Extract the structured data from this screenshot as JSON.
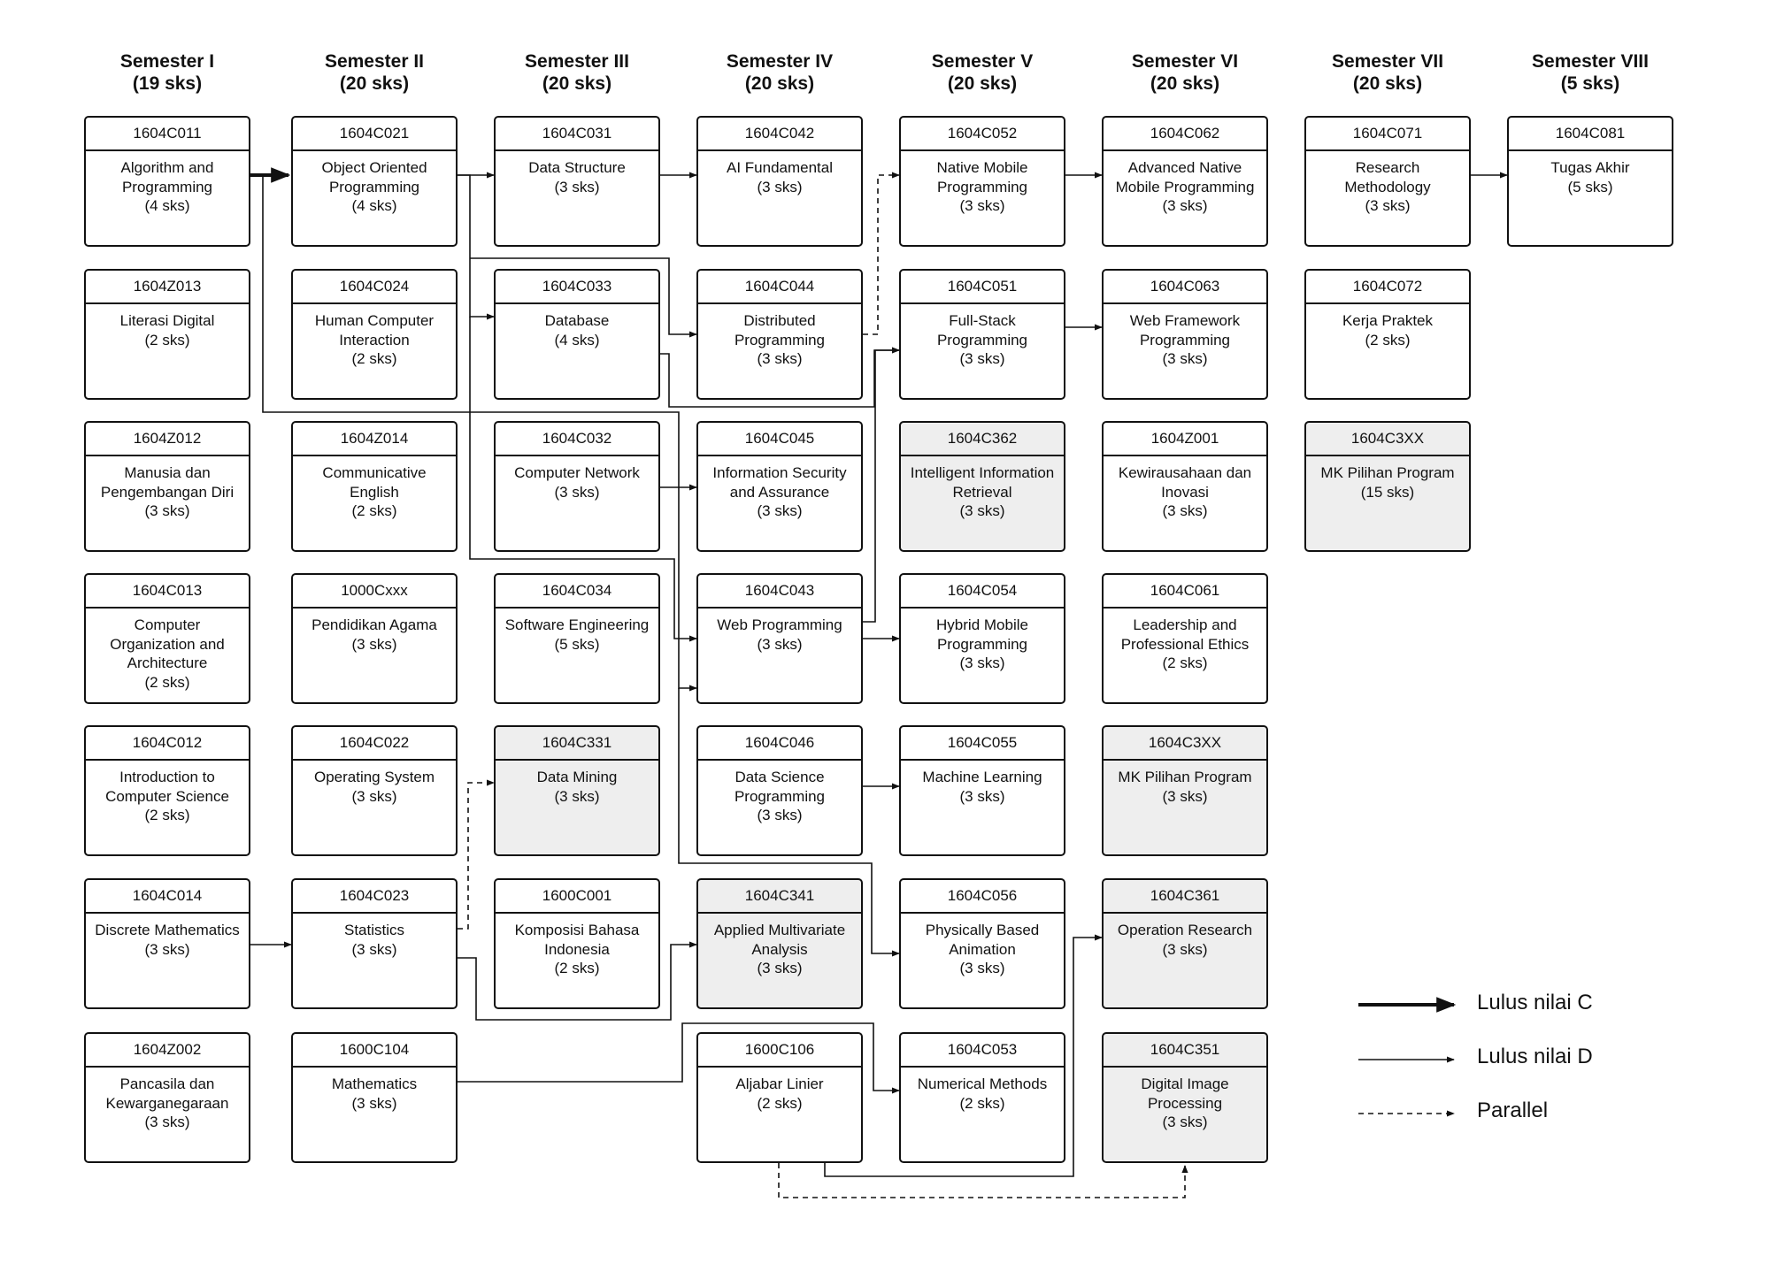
{
  "semesters": [
    {
      "name": "Semester I",
      "credits": "(19 sks)"
    },
    {
      "name": "Semester II",
      "credits": "(20 sks)"
    },
    {
      "name": "Semester III",
      "credits": "(20 sks)"
    },
    {
      "name": "Semester IV",
      "credits": "(20 sks)"
    },
    {
      "name": "Semester V",
      "credits": "(20 sks)"
    },
    {
      "name": "Semester VI",
      "credits": "(20 sks)"
    },
    {
      "name": "Semester VII",
      "credits": "(20 sks)"
    },
    {
      "name": "Semester VIII",
      "credits": "(5 sks)"
    }
  ],
  "courses": [
    {
      "id": "s1r1",
      "code": "1604C011",
      "title": "Algorithm and Programming",
      "sks": "(4 sks)",
      "elective": false
    },
    {
      "id": "s1r2",
      "code": "1604Z013",
      "title": "Literasi Digital",
      "sks": "(2 sks)",
      "elective": false
    },
    {
      "id": "s1r3",
      "code": "1604Z012",
      "title": "Manusia dan Pengembangan Diri",
      "sks": "(3 sks)",
      "elective": false
    },
    {
      "id": "s1r4",
      "code": "1604C013",
      "title": "Computer Organization and Architecture",
      "sks": "(2 sks)",
      "elective": false
    },
    {
      "id": "s1r5",
      "code": "1604C012",
      "title": "Introduction to Computer Science",
      "sks": "(2 sks)",
      "elective": false
    },
    {
      "id": "s1r6",
      "code": "1604C014",
      "title": "Discrete Mathematics",
      "sks": "(3 sks)",
      "elective": false
    },
    {
      "id": "s1r7",
      "code": "1604Z002",
      "title": "Pancasila dan Kewarganegaraan",
      "sks": "(3 sks)",
      "elective": false
    },
    {
      "id": "s2r1",
      "code": "1604C021",
      "title": "Object Oriented Programming",
      "sks": "(4 sks)",
      "elective": false
    },
    {
      "id": "s2r2",
      "code": "1604C024",
      "title": "Human Computer Interaction",
      "sks": "(2 sks)",
      "elective": false
    },
    {
      "id": "s2r3",
      "code": "1604Z014",
      "title": "Communicative English",
      "sks": "(2 sks)",
      "elective": false
    },
    {
      "id": "s2r4",
      "code": "1000Cxxx",
      "title": "Pendidikan Agama",
      "sks": "(3 sks)",
      "elective": false
    },
    {
      "id": "s2r5",
      "code": "1604C022",
      "title": "Operating System",
      "sks": "(3 sks)",
      "elective": false
    },
    {
      "id": "s2r6",
      "code": "1604C023",
      "title": "Statistics",
      "sks": "(3 sks)",
      "elective": false
    },
    {
      "id": "s2r7",
      "code": "1600C104",
      "title": "Mathematics",
      "sks": "(3 sks)",
      "elective": false
    },
    {
      "id": "s3r1",
      "code": "1604C031",
      "title": "Data Structure",
      "sks": "(3 sks)",
      "elective": false
    },
    {
      "id": "s3r2",
      "code": "1604C033",
      "title": "Database",
      "sks": "(4 sks)",
      "elective": false
    },
    {
      "id": "s3r3",
      "code": "1604C032",
      "title": "Computer Network",
      "sks": "(3 sks)",
      "elective": false
    },
    {
      "id": "s3r4",
      "code": "1604C034",
      "title": "Software Engineering",
      "sks": "(5 sks)",
      "elective": false
    },
    {
      "id": "s3r5",
      "code": "1604C331",
      "title": "Data Mining",
      "sks": "(3 sks)",
      "elective": true
    },
    {
      "id": "s3r6",
      "code": "1600C001",
      "title": "Komposisi Bahasa Indonesia",
      "sks": "(2 sks)",
      "elective": false
    },
    {
      "id": "s4r1",
      "code": "1604C042",
      "title": "AI Fundamental",
      "sks": "(3 sks)",
      "elective": false
    },
    {
      "id": "s4r2",
      "code": "1604C044",
      "title": "Distributed Programming",
      "sks": "(3 sks)",
      "elective": false
    },
    {
      "id": "s4r3",
      "code": "1604C045",
      "title": "Information Security and Assurance",
      "sks": "(3 sks)",
      "elective": false
    },
    {
      "id": "s4r4",
      "code": "1604C043",
      "title": "Web Programming",
      "sks": "(3 sks)",
      "elective": false
    },
    {
      "id": "s4r5",
      "code": "1604C046",
      "title": "Data Science Programming",
      "sks": "(3 sks)",
      "elective": false
    },
    {
      "id": "s4r6",
      "code": "1604C341",
      "title": "Applied Multivariate Analysis",
      "sks": "(3 sks)",
      "elective": true
    },
    {
      "id": "s4r7",
      "code": "1600C106",
      "title": "Aljabar Linier",
      "sks": "(2 sks)",
      "elective": false
    },
    {
      "id": "s5r1",
      "code": "1604C052",
      "title": "Native Mobile Programming",
      "sks": "(3 sks)",
      "elective": false
    },
    {
      "id": "s5r2",
      "code": "1604C051",
      "title": "Full-Stack Programming",
      "sks": "(3 sks)",
      "elective": false
    },
    {
      "id": "s5r3",
      "code": "1604C362",
      "title": "Intelligent Information Retrieval",
      "sks": "(3 sks)",
      "elective": true
    },
    {
      "id": "s5r4",
      "code": "1604C054",
      "title": "Hybrid Mobile Programming",
      "sks": "(3 sks)",
      "elective": false
    },
    {
      "id": "s5r5",
      "code": "1604C055",
      "title": "Machine Learning",
      "sks": "(3 sks)",
      "elective": false
    },
    {
      "id": "s5r6",
      "code": "1604C056",
      "title": "Physically Based Animation",
      "sks": "(3 sks)",
      "elective": false
    },
    {
      "id": "s5r7",
      "code": "1604C053",
      "title": "Numerical Methods",
      "sks": "(2 sks)",
      "elective": false
    },
    {
      "id": "s6r1",
      "code": "1604C062",
      "title": "Advanced Native Mobile Programming",
      "sks": "(3 sks)",
      "elective": false
    },
    {
      "id": "s6r2",
      "code": "1604C063",
      "title": "Web Framework Programming",
      "sks": "(3 sks)",
      "elective": false
    },
    {
      "id": "s6r3",
      "code": "1604Z001",
      "title": "Kewirausahaan dan Inovasi",
      "sks": "(3 sks)",
      "elective": false
    },
    {
      "id": "s6r4",
      "code": "1604C061",
      "title": "Leadership and Professional Ethics",
      "sks": "(2 sks)",
      "elective": false
    },
    {
      "id": "s6r5",
      "code": "1604C3XX",
      "title": "MK Pilihan Program",
      "sks": "(3 sks)",
      "elective": true
    },
    {
      "id": "s6r6",
      "code": "1604C361",
      "title": "Operation Research",
      "sks": "(3 sks)",
      "elective": true
    },
    {
      "id": "s6r7",
      "code": "1604C351",
      "title": "Digital Image Processing",
      "sks": "(3 sks)",
      "elective": true
    },
    {
      "id": "s7r1",
      "code": "1604C071",
      "title": "Research Methodology",
      "sks": "(3 sks)",
      "elective": false
    },
    {
      "id": "s7r2",
      "code": "1604C072",
      "title": "Kerja Praktek",
      "sks": "(2 sks)",
      "elective": false
    },
    {
      "id": "s7r3",
      "code": "1604C3XX",
      "title": "MK Pilihan Program",
      "sks": "(15 sks)",
      "elective": true
    },
    {
      "id": "s8r1",
      "code": "1604C081",
      "title": "Tugas Akhir",
      "sks": "(5 sks)",
      "elective": false
    }
  ],
  "legend": {
    "pass_c": "Lulus nilai C",
    "pass_d": "Lulus nilai D",
    "parallel": "Parallel"
  },
  "colors": {
    "line": "#111111",
    "elective_fill": "#eeeeee",
    "box_fill": "#ffffff"
  }
}
